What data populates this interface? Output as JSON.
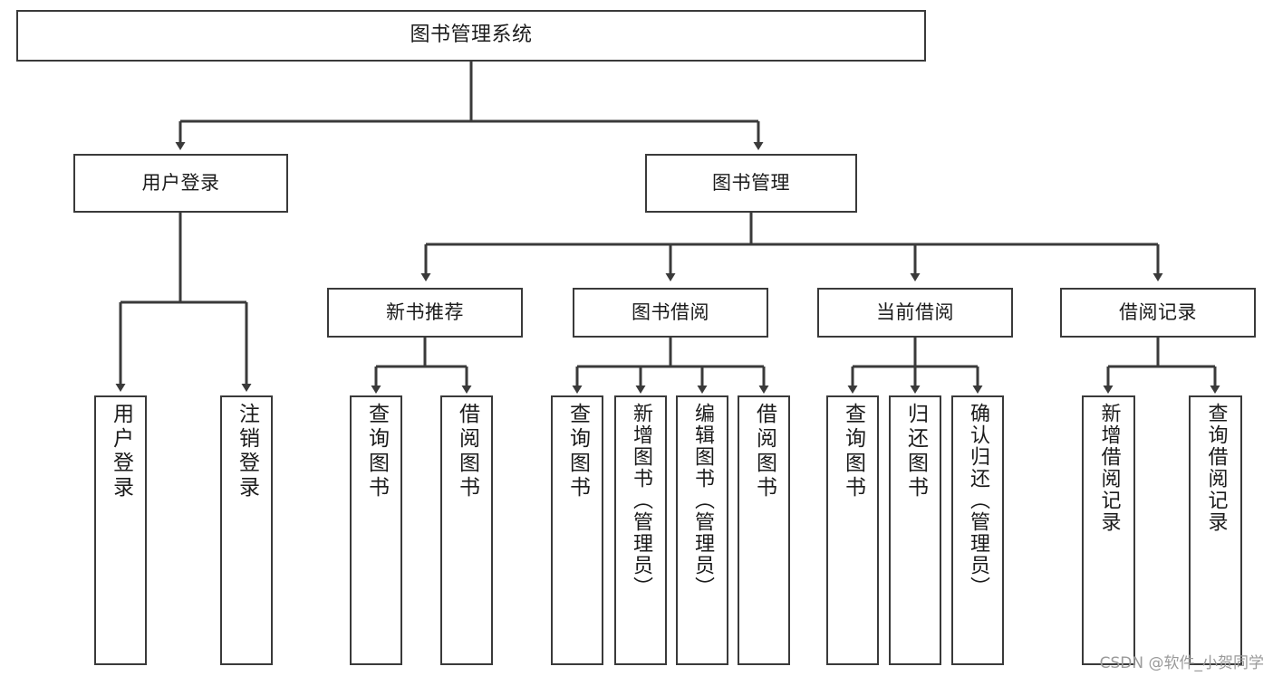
{
  "diagram": {
    "title": "图书管理系统",
    "root": {
      "label": "图书管理系统"
    },
    "level2": [
      {
        "label": "用户登录"
      },
      {
        "label": "图书管理"
      }
    ],
    "level3": [
      {
        "label": "新书推荐"
      },
      {
        "label": "图书借阅"
      },
      {
        "label": "当前借阅"
      },
      {
        "label": "借阅记录"
      }
    ],
    "leaves": {
      "user_login": [
        {
          "label": "用户登录"
        },
        {
          "label": "注销登录"
        }
      ],
      "new_book_recommend": [
        {
          "label": "查询图书"
        },
        {
          "label": "借阅图书"
        }
      ],
      "book_borrow": [
        {
          "label": "查询图书"
        },
        {
          "label": "新增图书（管理员）"
        },
        {
          "label": "编辑图书（管理员）"
        },
        {
          "label": "借阅图书"
        }
      ],
      "current_borrow": [
        {
          "label": "查询图书"
        },
        {
          "label": "归还图书"
        },
        {
          "label": "确认归还（管理员）"
        }
      ],
      "borrow_record": [
        {
          "label": "新增借阅记录"
        },
        {
          "label": "查询借阅记录"
        }
      ]
    }
  },
  "watermark": {
    "text": "CSDN @软件_小贺同学"
  },
  "colors": {
    "border": "#3a3a3a",
    "background": "#ffffff",
    "text": "#1b1b1b",
    "watermark": "#9a9a9a"
  }
}
